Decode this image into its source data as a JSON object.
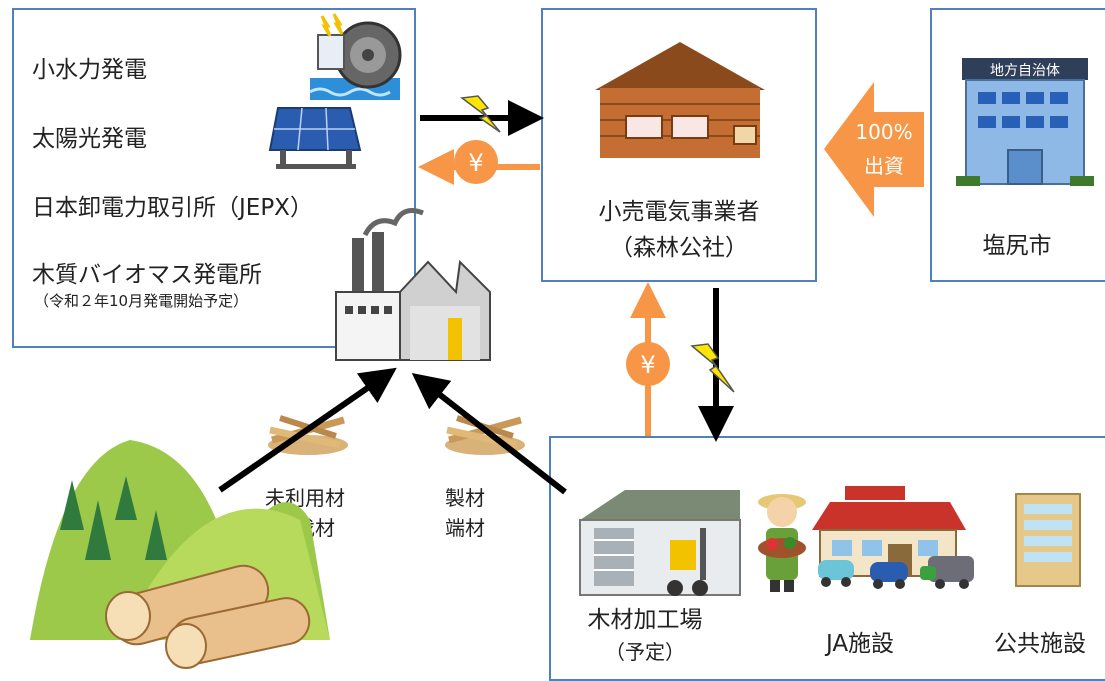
{
  "sources": {
    "small_hydro": "小水力発電",
    "solar": "太陽光発電",
    "jepx": "日本卸電力取引所（JEPX）",
    "biomass": "木質バイオマス発電所",
    "biomass_note": "（令和２年10月発電開始予定）"
  },
  "retailer": {
    "line1": "小売電気事業者",
    "line2": "（森林公社）"
  },
  "municipality": {
    "sign": "地方自治体",
    "name": "塩尻市"
  },
  "investment": {
    "percent": "100%",
    "label": "出資"
  },
  "yen_symbol": "¥",
  "materials": {
    "unused_l1": "未利用材",
    "unused_l2": "間伐材",
    "lumber_l1": "製材",
    "lumber_l2": "端材"
  },
  "consumers": {
    "factory_l1": "木材加工場",
    "factory_l2": "（予定）",
    "ja": "JA施設",
    "public": "公共施設"
  },
  "colors": {
    "box_border": "#4f81bd",
    "money_arrow": "#f79646",
    "power_arrow": "#000000",
    "lightning": "#ffe600"
  }
}
